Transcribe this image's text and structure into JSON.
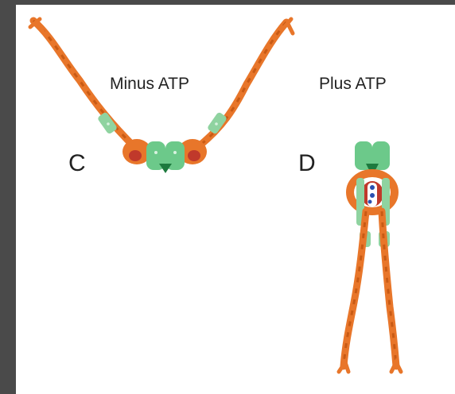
{
  "labels": {
    "minus_atp": "Minus ATP",
    "plus_atp": "Plus ATP",
    "panel_c": "C",
    "panel_d": "D"
  },
  "colors": {
    "coil": "#e8762a",
    "coil_dark": "#c85a14",
    "head_light": "#8fd3a0",
    "head_mid": "#5cbf7a",
    "head_dark": "#1d7a3e",
    "core_red": "#c0392b",
    "dot_blue": "#2a4fb0",
    "background": "#ffffff",
    "frame": "#4a4a4a"
  }
}
